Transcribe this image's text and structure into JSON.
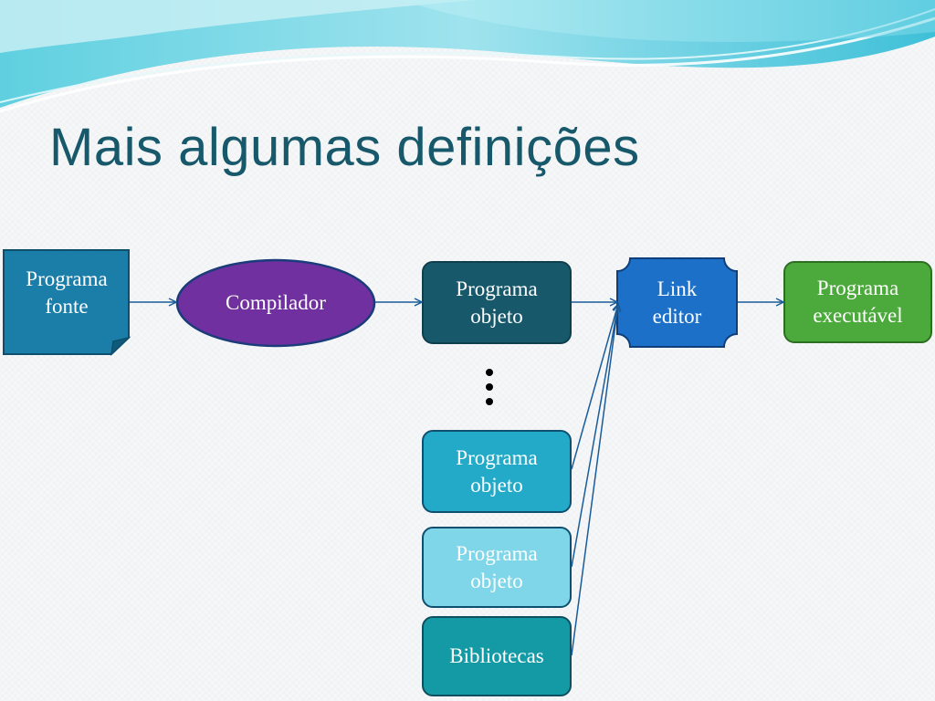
{
  "slide": {
    "title": "Mais algumas definições"
  },
  "diagram": {
    "programa_fonte": "Programa\nfonte",
    "compilador": "Compilador",
    "programa_objeto_1": "Programa\nobjeto",
    "ellipsis": "⋮",
    "programa_objeto_2": "Programa\nobjeto",
    "programa_objeto_3": "Programa\nobjeto",
    "bibliotecas": "Bibliotecas",
    "link_editor": "Link\neditor",
    "programa_executavel": "Programa\nexecutável"
  },
  "colors": {
    "title": "#17596b",
    "programa_fonte": "#1a7ea8",
    "compilador": "#7030a0",
    "programa_objeto_1": "#17596b",
    "programa_objeto_2": "#23aac8",
    "programa_objeto_3": "#7fd6e8",
    "bibliotecas": "#139aa5",
    "link_editor": "#1c70c8",
    "programa_executavel": "#4caa3c",
    "connector": "#1a5c9a"
  }
}
